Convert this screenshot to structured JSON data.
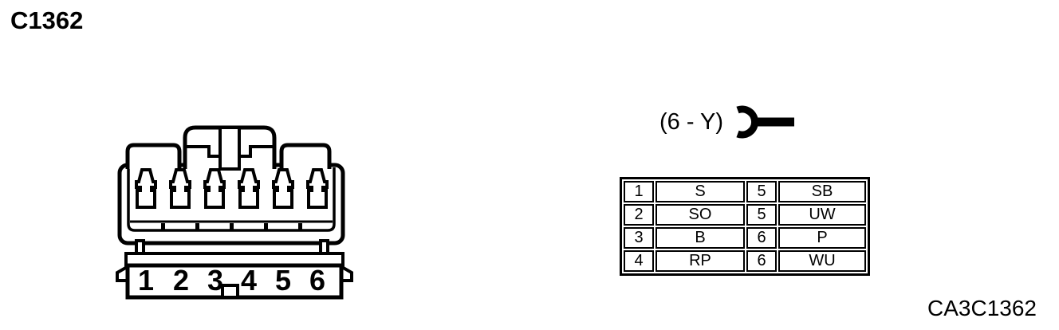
{
  "title": "C1362",
  "drawing_code": "CA3C1362",
  "terminal": {
    "label": "(6 - Y)"
  },
  "connector": {
    "description": "6-cavity connector, front view",
    "pins": [
      "1",
      "2",
      "3",
      "4",
      "5",
      "6"
    ]
  },
  "pin_table": {
    "rows": [
      [
        "1",
        "S",
        "5",
        "SB"
      ],
      [
        "2",
        "SO",
        "5",
        "UW"
      ],
      [
        "3",
        "B",
        "6",
        "P"
      ],
      [
        "4",
        "RP",
        "6",
        "WU"
      ]
    ]
  },
  "colors": {
    "line": "#000000",
    "background": "#ffffff"
  }
}
